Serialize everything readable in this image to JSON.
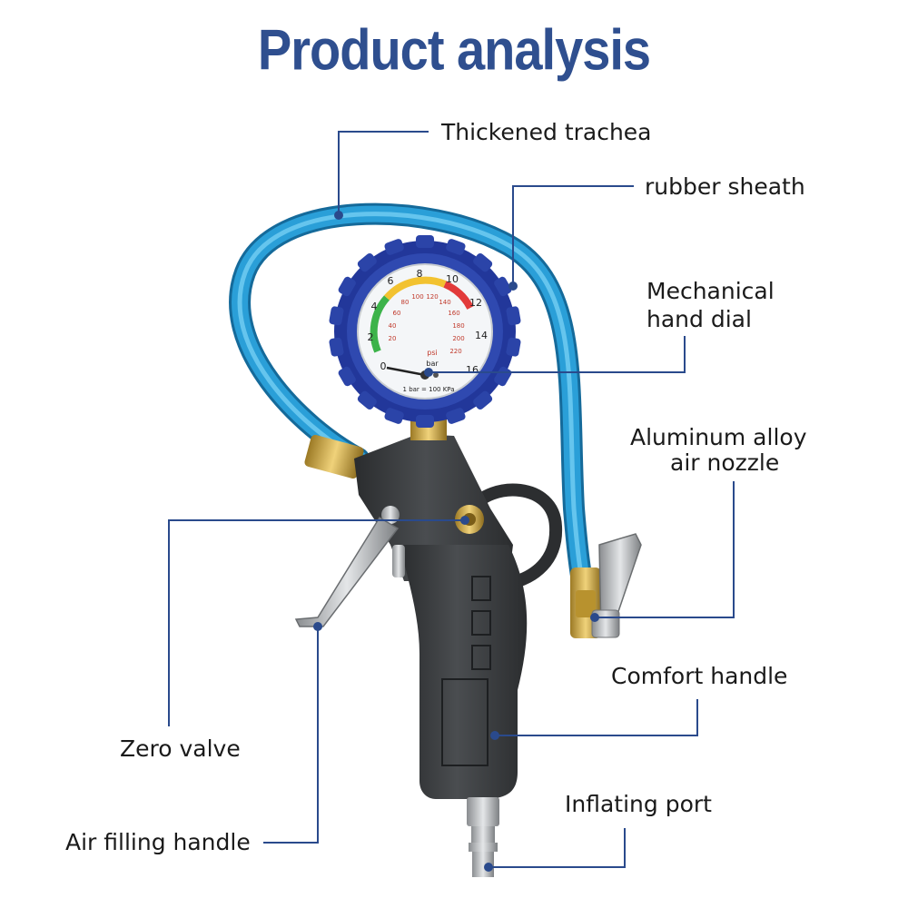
{
  "title": "Product analysis",
  "labels": {
    "thickened_trachea": "Thickened trachea",
    "rubber_sheath": "rubber sheath",
    "mechanical_line1": "Mechanical",
    "mechanical_line2": "hand dial",
    "aluminum_line1": "Aluminum alloy",
    "aluminum_line2": "air nozzle",
    "comfort_handle": "Comfort handle",
    "zero_valve": "Zero valve",
    "inflating_port": "Inflating port",
    "air_filling_handle": "Air filling handle"
  },
  "gauge": {
    "bar_ticks": [
      "0",
      "2",
      "4",
      "6",
      "8",
      "10",
      "12",
      "14",
      "16"
    ],
    "psi_ticks": [
      "20",
      "40",
      "60",
      "80",
      "100",
      "120",
      "140",
      "160",
      "180",
      "200",
      "220"
    ],
    "unit_psi": "psi",
    "unit_bar": "bar",
    "conversion": "1 bar = 100 KPa"
  },
  "colors": {
    "title": "#2f4f8f",
    "leader_line": "#2a4a8c",
    "hose": "#2a9fd8",
    "gauge_bezel": "#2b44a8",
    "gun_body": "#3a3d40",
    "brass": "#c9a33a"
  }
}
